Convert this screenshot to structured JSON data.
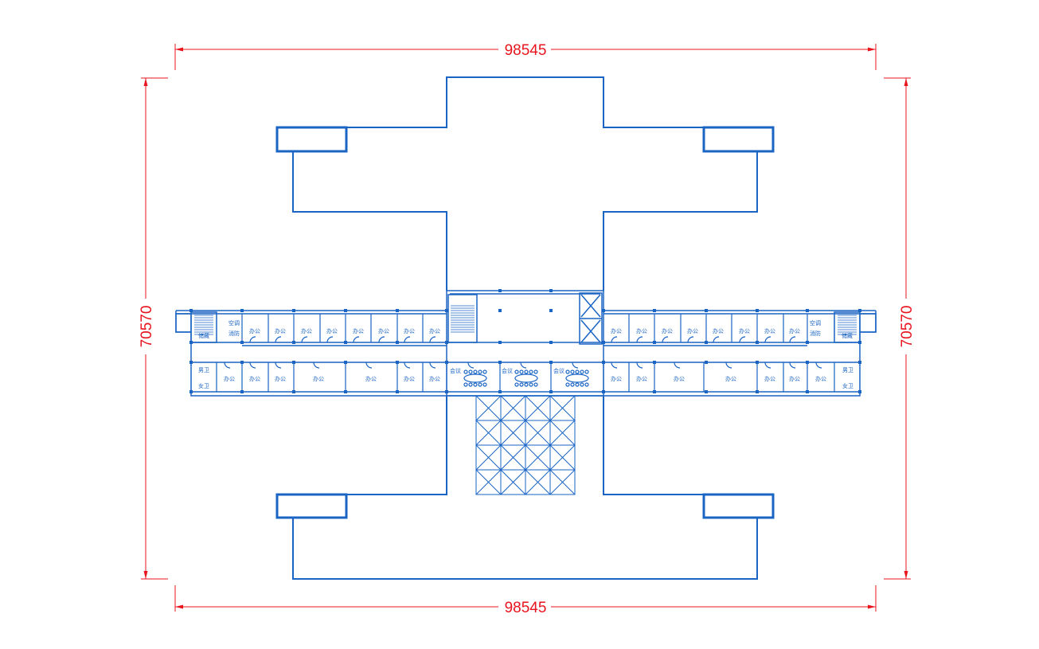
{
  "colors": {
    "dimension": "#e8141e",
    "wall": "#1a64c4",
    "background": "#ffffff"
  },
  "dimensions": {
    "top_width": "98545",
    "bottom_width": "98545",
    "left_height": "70570",
    "right_height": "70570"
  },
  "rooms": {
    "office": "办公",
    "meeting": "会议",
    "aircon": "空调",
    "fire": "消防",
    "storage": "储藏",
    "toilet_m": "男卫",
    "toilet_f": "女卫"
  }
}
